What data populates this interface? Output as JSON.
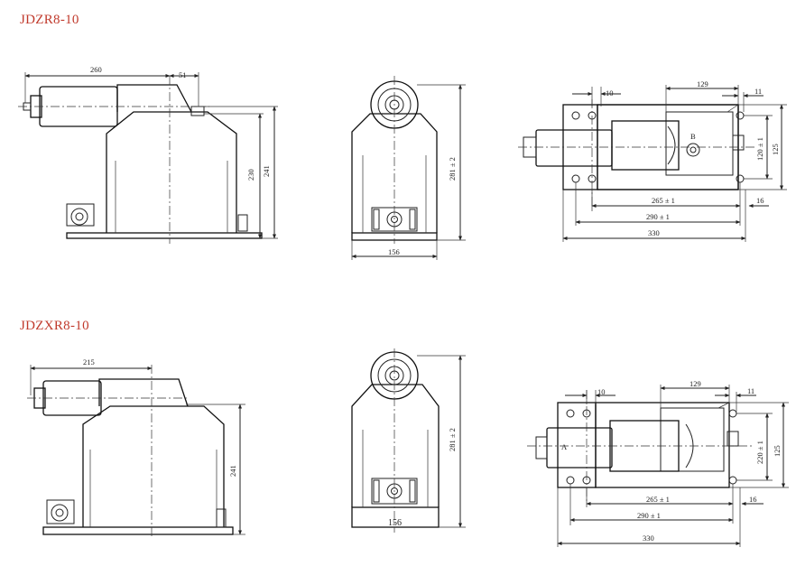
{
  "titles": {
    "top": "JDZR8-10",
    "bottom": "JDZXR8-10"
  },
  "top": {
    "side": {
      "d260": "260",
      "d51": "51",
      "d230": "230",
      "d241": "241"
    },
    "front": {
      "d281": "281 ± 2",
      "d156": "156"
    },
    "plan": {
      "d10": "10",
      "d129": "129",
      "d11": "11",
      "dB": "B",
      "d120": "120 ± 1",
      "d125": "125",
      "d265": "265 ± 1",
      "d16": "16",
      "d290": "290 ± 1",
      "d330": "330"
    }
  },
  "bottom": {
    "side": {
      "d215": "215",
      "d241": "241"
    },
    "front": {
      "d281": "281 ± 2",
      "d156": "156"
    },
    "plan": {
      "d10": "10",
      "d129": "129",
      "d11": "11",
      "dA": "A",
      "d220": "220 ± 1",
      "d125": "125",
      "d265": "265 ± 1",
      "d16": "16",
      "d290": "290 ± 1",
      "d330": "330"
    }
  }
}
